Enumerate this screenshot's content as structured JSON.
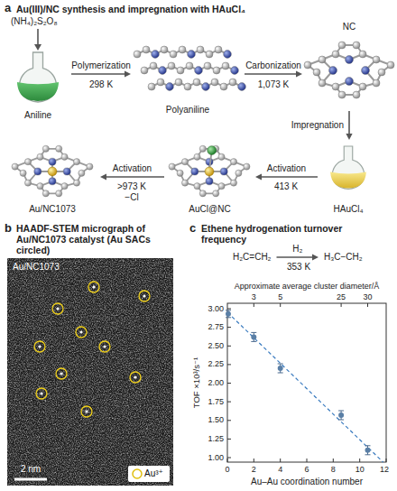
{
  "diagram": {
    "nodes": [
      {
        "text": [
          "Aniline"
        ]
      },
      {
        "text": [
          "Polyaniline"
        ]
      },
      {
        "text": [
          "NC"
        ]
      },
      {
        "text": [
          "HAuCl₄"
        ]
      },
      {
        "text": [
          "AuCl@NC"
        ]
      },
      {
        "text": [
          "Au/NC1073"
        ]
      },
      {
        "text": [
          "H₂C=CH₂"
        ]
      },
      {
        "text": [
          "H₃C−CH₂"
        ]
      }
    ],
    "edges": [
      {
        "from": 0,
        "to": 1,
        "arrow": "to",
        "label": "Polymerization"
      },
      {
        "from": 1,
        "to": 2,
        "arrow": "to",
        "label": "Carbonization"
      },
      {
        "from": 2,
        "to": 3,
        "arrow": "to",
        "label": "Impregnation"
      },
      {
        "from": 3,
        "to": 4,
        "arrow": "to",
        "label": "Activation"
      },
      {
        "from": 4,
        "to": 5,
        "arrow": "to",
        "label": "Activation"
      },
      {
        "from": 6,
        "to": 7,
        "arrow": "to",
        "label": "H₂"
      }
    ],
    "labels": [
      "a",
      "Au(III)/NC synthesis and impregnation with HAuCl₄",
      "(NH₄)₂S₂O₈",
      "298 K",
      "1,073 K",
      "413 K",
      ">973 K",
      "−Cl",
      "b",
      "HAADF-STEM micrograph of Au/NC1073 catalyst (Au SACs circled)",
      "Au/NC1073",
      "2 nm",
      "c",
      "Ethene hydrogenation turnover frequency",
      "353 K",
      "Approximate average cluster diameter/Å",
      "3",
      "5",
      "25",
      "30",
      "TOF ×10³/s⁻¹",
      "3.00",
      "2.75",
      "2.50",
      "2.25",
      "2.00",
      "1.75",
      "1.50",
      "1.25",
      "1.00",
      "0",
      "2",
      "4",
      "6",
      "8",
      "10",
      "12",
      "Au–Au coordination number"
    ],
    "legend": [
      {
        "text": "Au³⁺"
      }
    ]
  }
}
